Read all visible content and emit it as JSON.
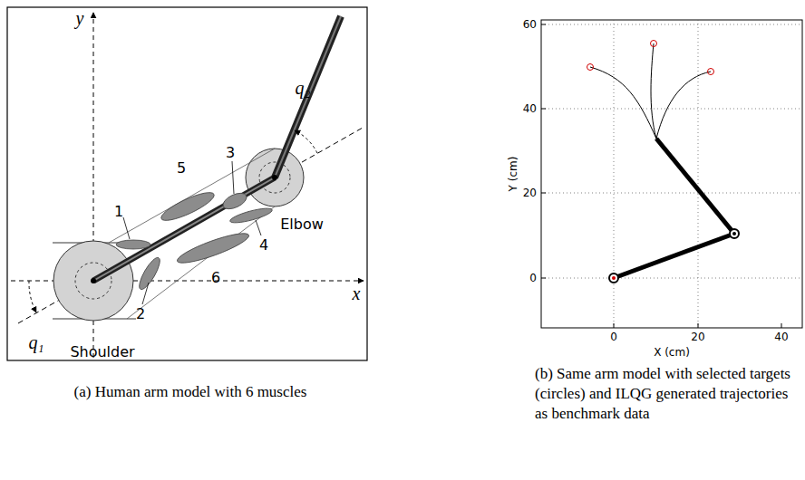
{
  "diagram": {
    "labels": [
      "y",
      "x",
      "q₁",
      "q₂",
      "1",
      "2",
      "3",
      "4",
      "5",
      "6",
      "Shoulder",
      "Elbow",
      "(a) Human arm model with 6 muscles",
      "60",
      "40",
      "20",
      "0",
      "0",
      "20",
      "40",
      "Y (cm)",
      "X (cm)",
      "(b) Same arm model with selected targets (circles) and ILQG generated trajectories as benchmark data"
    ]
  }
}
